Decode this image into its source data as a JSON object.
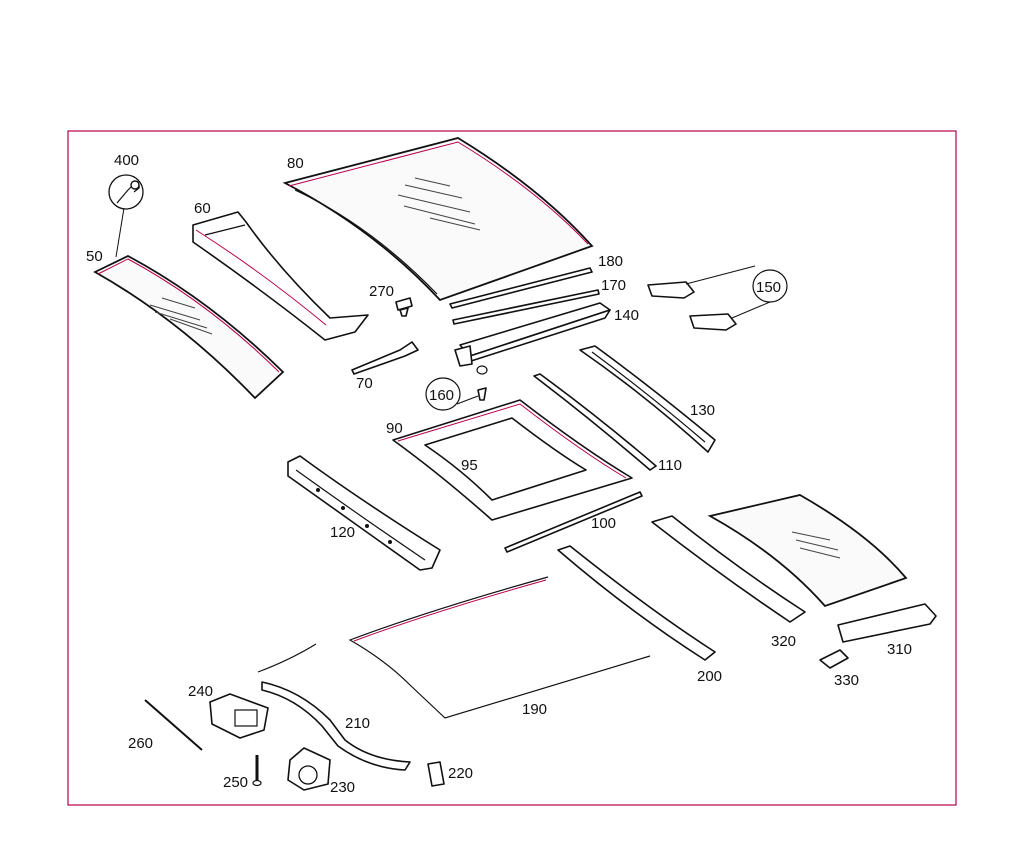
{
  "colors": {
    "frame": "#b8004a",
    "line": "#111111",
    "background": "#ffffff"
  },
  "icons": {
    "service": "wrench-icon"
  },
  "callouts": {
    "c400": "400",
    "c80": "80",
    "c60": "60",
    "c50": "50",
    "c180": "180",
    "c170": "170",
    "c150": "150",
    "c140": "140",
    "c270": "270",
    "c70": "70",
    "c160": "160",
    "c130": "130",
    "c90": "90",
    "c95": "95",
    "c110": "110",
    "c120": "120",
    "c100": "100",
    "c320": "320",
    "c310": "310",
    "c330": "330",
    "c200": "200",
    "c240": "240",
    "c210": "210",
    "c190": "190",
    "c260": "260",
    "c250": "250",
    "c230": "230",
    "c220": "220"
  }
}
